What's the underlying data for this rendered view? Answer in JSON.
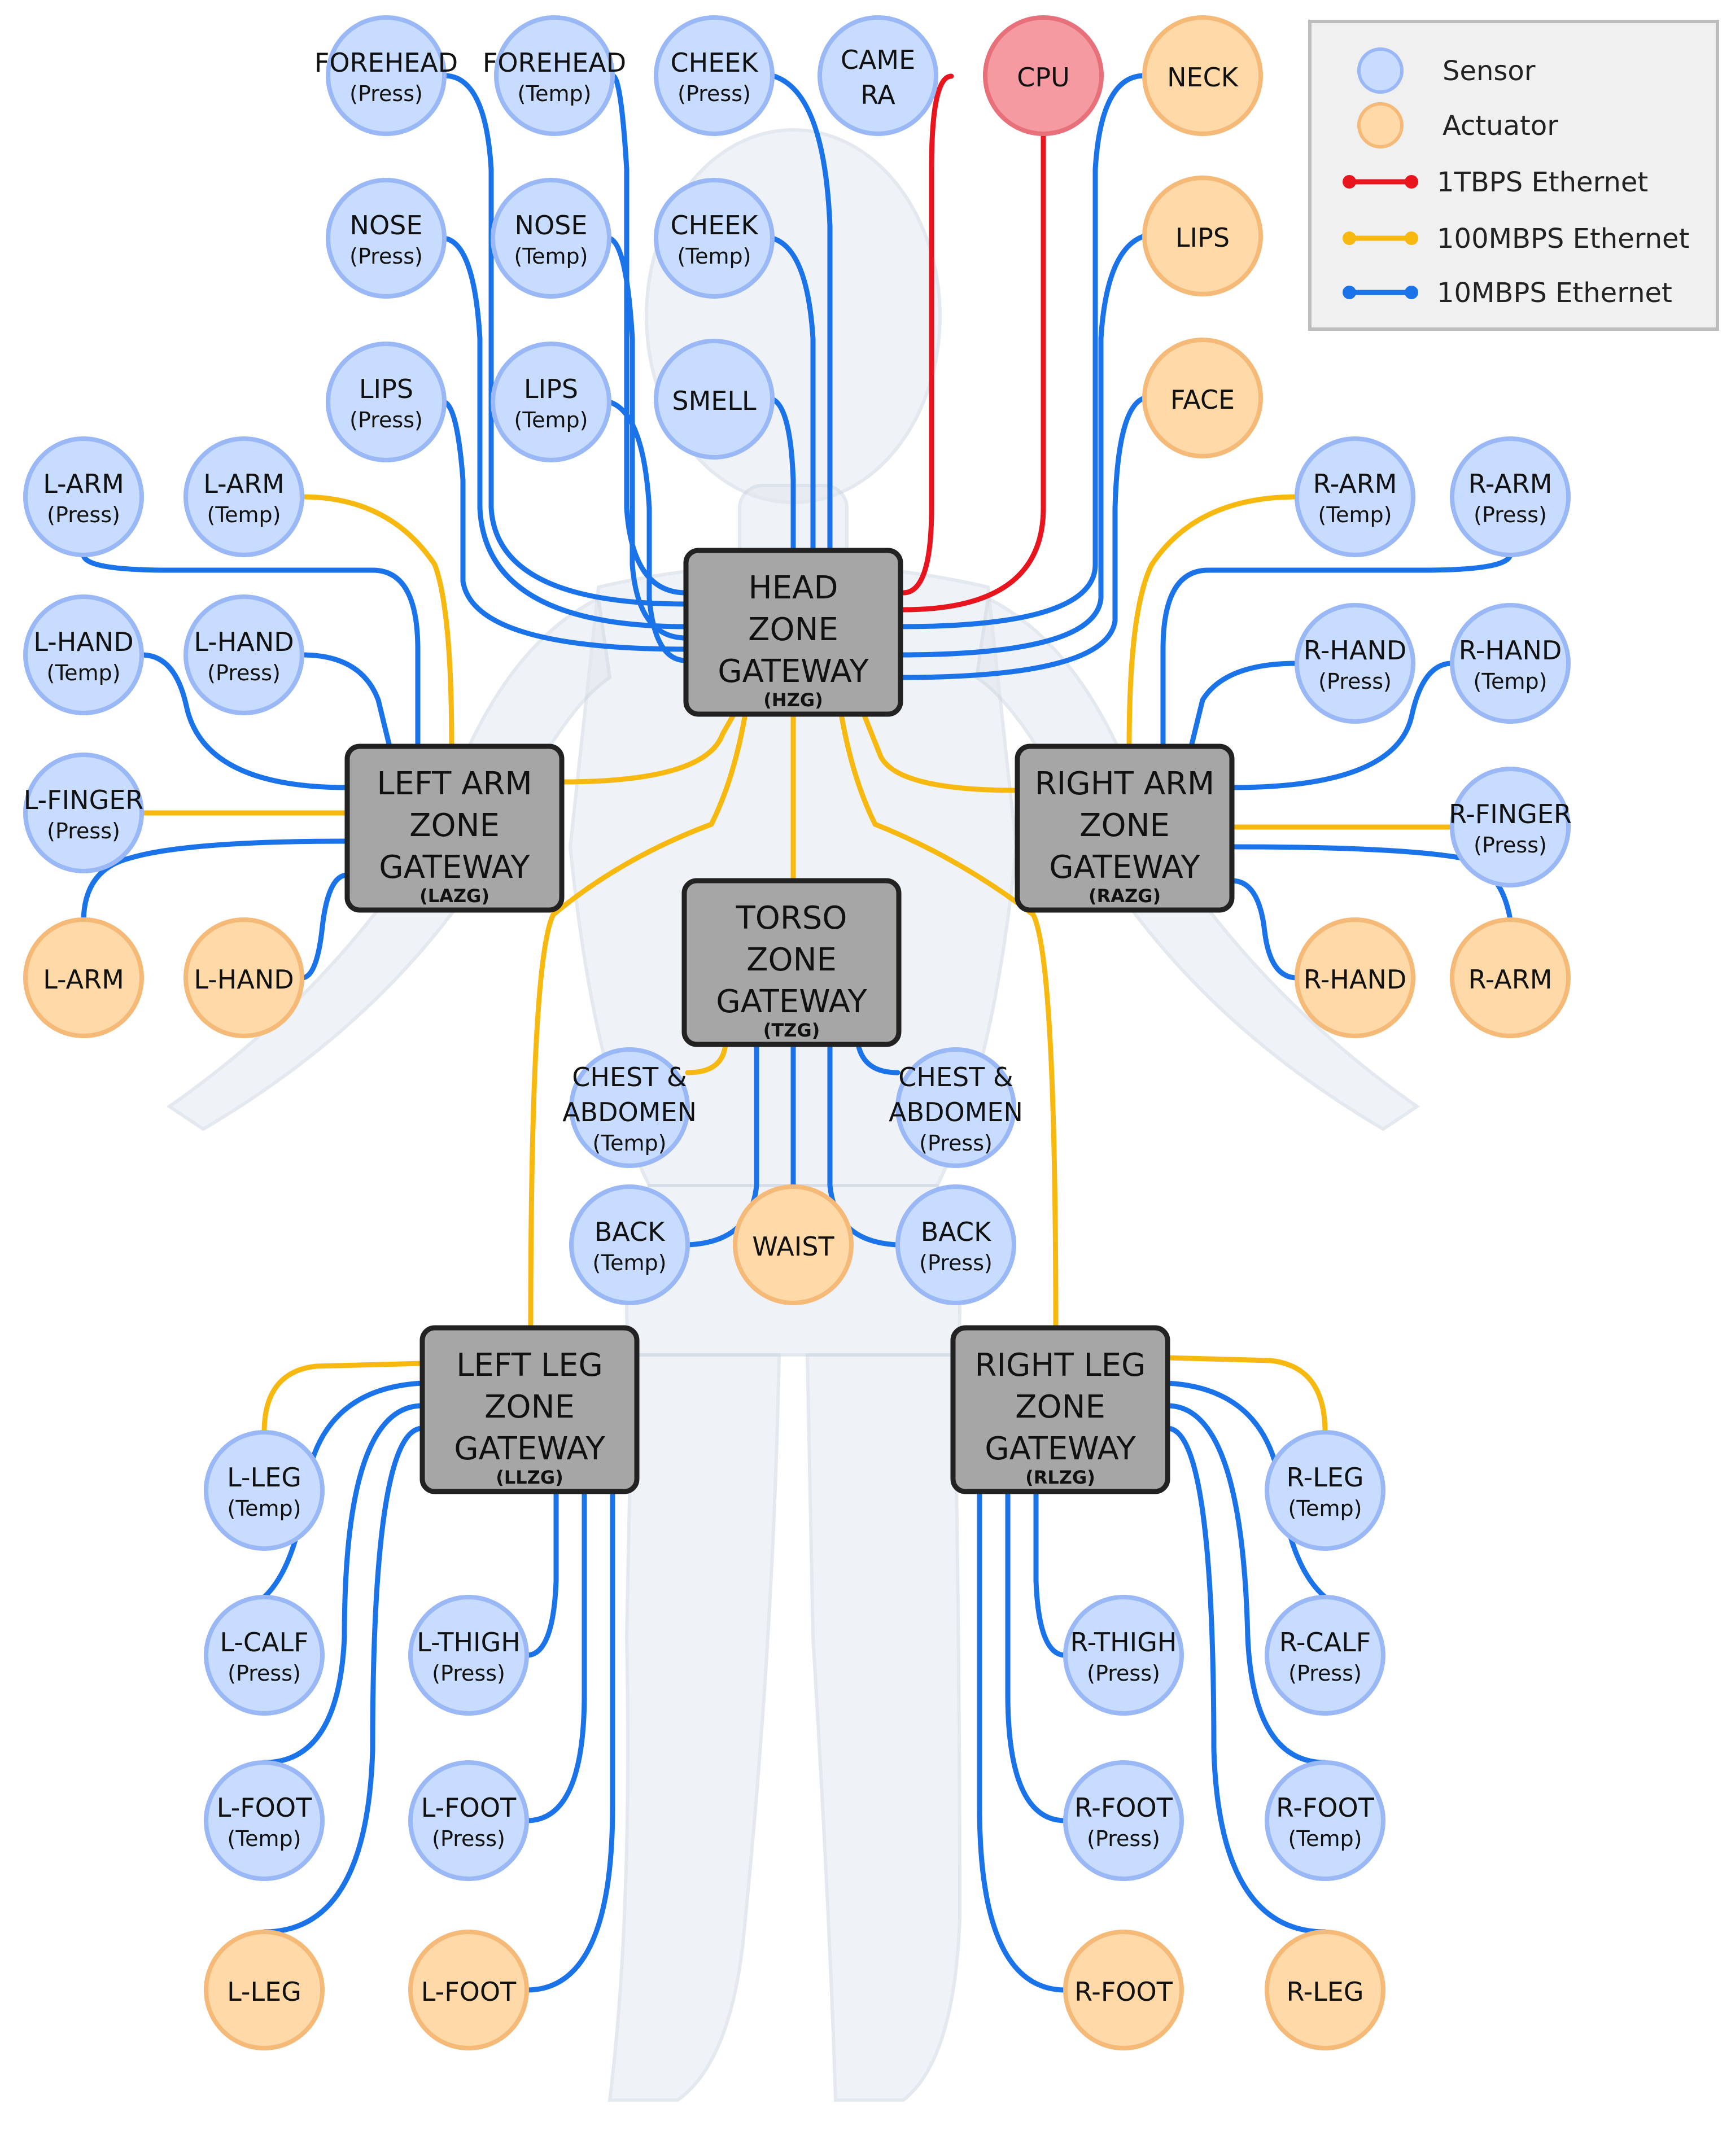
{
  "colors": {
    "sensor_fill": "#c7dcff",
    "sensor_stroke": "#9ab8f5",
    "actuator_fill": "#ffd9a8",
    "actuator_stroke": "#f5b978",
    "cpu_fill": "#f59aa0",
    "cpu_stroke": "#e8707a",
    "gateway_fill": "#a6a6a6",
    "gateway_stroke": "#222222",
    "link_1tbps": "#e8141e",
    "link_100mbps": "#f7b90f",
    "link_10mbps": "#1a73e8"
  },
  "legend": {
    "sensor": "Sensor",
    "actuator": "Actuator",
    "link_1tbps": "1TBPS Ethernet",
    "link_100mbps": "100MBPS Ethernet",
    "link_10mbps": "10MBPS Ethernet"
  },
  "gateways": [
    {
      "id": "hzg",
      "lines": [
        "HEAD",
        "ZONE",
        "GATEWAY"
      ],
      "abbr": "(HZG)"
    },
    {
      "id": "lazg",
      "lines": [
        "LEFT ARM",
        "ZONE",
        "GATEWAY"
      ],
      "abbr": "(LAZG)"
    },
    {
      "id": "razg",
      "lines": [
        "RIGHT ARM",
        "ZONE",
        "GATEWAY"
      ],
      "abbr": "(RAZG)"
    },
    {
      "id": "tzg",
      "lines": [
        "TORSO",
        "ZONE",
        "GATEWAY"
      ],
      "abbr": "(TZG)"
    },
    {
      "id": "llzg",
      "lines": [
        "LEFT LEG",
        "ZONE",
        "GATEWAY"
      ],
      "abbr": "(LLZG)"
    },
    {
      "id": "rlzg",
      "lines": [
        "RIGHT LEG",
        "ZONE",
        "GATEWAY"
      ],
      "abbr": "(RLZG)"
    }
  ],
  "nodes": [
    {
      "id": "forehead-press",
      "kind": "sensor",
      "lines": [
        "FOREHEAD",
        "(Press)"
      ]
    },
    {
      "id": "forehead-temp",
      "kind": "sensor",
      "lines": [
        "FOREHEAD",
        "(Temp)"
      ]
    },
    {
      "id": "cheek-press",
      "kind": "sensor",
      "lines": [
        "CHEEK",
        "(Press)"
      ]
    },
    {
      "id": "camera",
      "kind": "sensor",
      "lines": [
        "CAME",
        "RA"
      ]
    },
    {
      "id": "cpu",
      "kind": "cpu",
      "lines": [
        "CPU"
      ]
    },
    {
      "id": "neck",
      "kind": "actuator",
      "lines": [
        "NECK"
      ]
    },
    {
      "id": "nose-press",
      "kind": "sensor",
      "lines": [
        "NOSE",
        "(Press)"
      ]
    },
    {
      "id": "nose-temp",
      "kind": "sensor",
      "lines": [
        "NOSE",
        "(Temp)"
      ]
    },
    {
      "id": "cheek-temp",
      "kind": "sensor",
      "lines": [
        "CHEEK",
        "(Temp)"
      ]
    },
    {
      "id": "lips-act",
      "kind": "actuator",
      "lines": [
        "LIPS"
      ]
    },
    {
      "id": "lips-press",
      "kind": "sensor",
      "lines": [
        "LIPS",
        "(Press)"
      ]
    },
    {
      "id": "lips-temp",
      "kind": "sensor",
      "lines": [
        "LIPS",
        "(Temp)"
      ]
    },
    {
      "id": "smell",
      "kind": "sensor",
      "lines": [
        "SMELL"
      ]
    },
    {
      "id": "face",
      "kind": "actuator",
      "lines": [
        "FACE"
      ]
    },
    {
      "id": "larm-press",
      "kind": "sensor",
      "lines": [
        "L-ARM",
        "(Press)"
      ]
    },
    {
      "id": "larm-temp",
      "kind": "sensor",
      "lines": [
        "L-ARM",
        "(Temp)"
      ]
    },
    {
      "id": "lhand-temp",
      "kind": "sensor",
      "lines": [
        "L-HAND",
        "(Temp)"
      ]
    },
    {
      "id": "lhand-press",
      "kind": "sensor",
      "lines": [
        "L-HAND",
        "(Press)"
      ]
    },
    {
      "id": "lfinger-press",
      "kind": "sensor",
      "lines": [
        "L-FINGER",
        "(Press)"
      ]
    },
    {
      "id": "larm-act",
      "kind": "actuator",
      "lines": [
        "L-ARM"
      ]
    },
    {
      "id": "lhand-act",
      "kind": "actuator",
      "lines": [
        "L-HAND"
      ]
    },
    {
      "id": "rarm-temp",
      "kind": "sensor",
      "lines": [
        "R-ARM",
        "(Temp)"
      ]
    },
    {
      "id": "rarm-press",
      "kind": "sensor",
      "lines": [
        "R-ARM",
        "(Press)"
      ]
    },
    {
      "id": "rhand-press",
      "kind": "sensor",
      "lines": [
        "R-HAND",
        "(Press)"
      ]
    },
    {
      "id": "rhand-temp",
      "kind": "sensor",
      "lines": [
        "R-HAND",
        "(Temp)"
      ]
    },
    {
      "id": "rfinger-press",
      "kind": "sensor",
      "lines": [
        "R-FINGER",
        "(Press)"
      ]
    },
    {
      "id": "rhand-act",
      "kind": "actuator",
      "lines": [
        "R-HAND"
      ]
    },
    {
      "id": "rarm-act",
      "kind": "actuator",
      "lines": [
        "R-ARM"
      ]
    },
    {
      "id": "chest-temp",
      "kind": "sensor",
      "lines": [
        "CHEST &",
        "ABDOMEN",
        "(Temp)"
      ]
    },
    {
      "id": "chest-press",
      "kind": "sensor",
      "lines": [
        "CHEST &",
        "ABDOMEN",
        "(Press)"
      ]
    },
    {
      "id": "back-temp",
      "kind": "sensor",
      "lines": [
        "BACK",
        "(Temp)"
      ]
    },
    {
      "id": "waist",
      "kind": "actuator",
      "lines": [
        "WAIST"
      ]
    },
    {
      "id": "back-press",
      "kind": "sensor",
      "lines": [
        "BACK",
        "(Press)"
      ]
    },
    {
      "id": "lleg-temp",
      "kind": "sensor",
      "lines": [
        "L-LEG",
        "(Temp)"
      ]
    },
    {
      "id": "lcalf-press",
      "kind": "sensor",
      "lines": [
        "L-CALF",
        "(Press)"
      ]
    },
    {
      "id": "lthigh-press",
      "kind": "sensor",
      "lines": [
        "L-THIGH",
        "(Press)"
      ]
    },
    {
      "id": "lfoot-temp",
      "kind": "sensor",
      "lines": [
        "L-FOOT",
        "(Temp)"
      ]
    },
    {
      "id": "lfoot-press",
      "kind": "sensor",
      "lines": [
        "L-FOOT",
        "(Press)"
      ]
    },
    {
      "id": "lleg-act",
      "kind": "actuator",
      "lines": [
        "L-LEG"
      ]
    },
    {
      "id": "lfoot-act",
      "kind": "actuator",
      "lines": [
        "L-FOOT"
      ]
    },
    {
      "id": "rleg-temp",
      "kind": "sensor",
      "lines": [
        "R-LEG",
        "(Temp)"
      ]
    },
    {
      "id": "rcalf-press",
      "kind": "sensor",
      "lines": [
        "R-CALF",
        "(Press)"
      ]
    },
    {
      "id": "rthigh-press",
      "kind": "sensor",
      "lines": [
        "R-THIGH",
        "(Press)"
      ]
    },
    {
      "id": "rfoot-press",
      "kind": "sensor",
      "lines": [
        "R-FOOT",
        "(Press)"
      ]
    },
    {
      "id": "rfoot-temp",
      "kind": "sensor",
      "lines": [
        "R-FOOT",
        "(Temp)"
      ]
    },
    {
      "id": "rfoot-act",
      "kind": "actuator",
      "lines": [
        "R-FOOT"
      ]
    },
    {
      "id": "rleg-act",
      "kind": "actuator",
      "lines": [
        "R-LEG"
      ]
    }
  ]
}
